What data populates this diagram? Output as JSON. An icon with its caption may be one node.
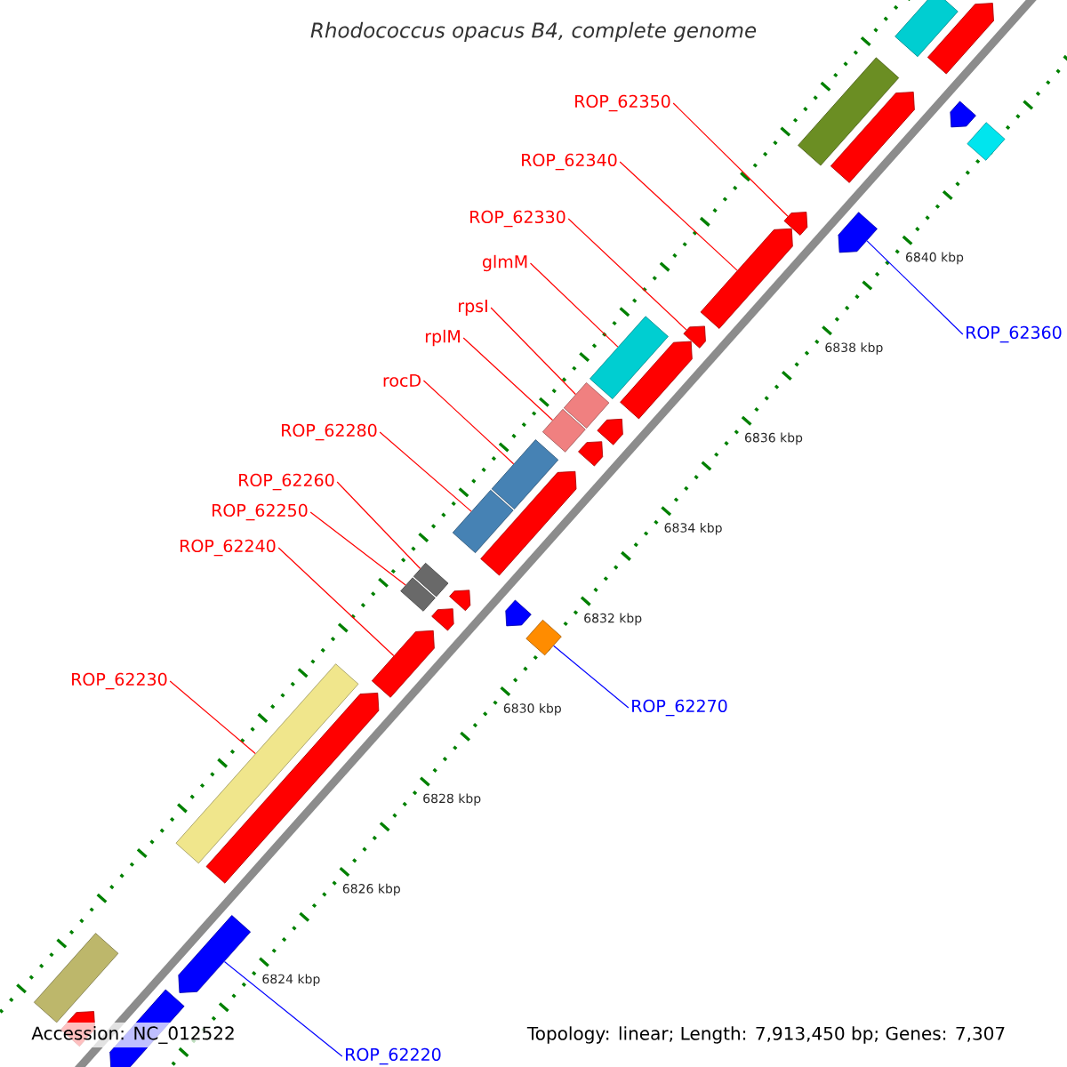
{
  "diagram": {
    "title": "Rhodococcus opacus B4, complete genome",
    "nodes": [
      {
        "text": [
          "ROP_62350"
        ]
      },
      {
        "text": [
          "ROP_62340"
        ]
      },
      {
        "text": [
          "ROP_62330"
        ]
      },
      {
        "text": [
          "glmM"
        ]
      },
      {
        "text": [
          "rpsI"
        ]
      },
      {
        "text": [
          "ROP_62360"
        ]
      },
      {
        "text": [
          "rplM"
        ]
      },
      {
        "text": [
          "rocD"
        ]
      },
      {
        "text": [
          "ROP_62280"
        ]
      },
      {
        "text": [
          "ROP_62260"
        ]
      },
      {
        "text": [
          "ROP_62250"
        ]
      },
      {
        "text": [
          "ROP_62240"
        ]
      },
      {
        "text": [
          "ROP_62230"
        ]
      },
      {
        "text": [
          "ROP_62270"
        ]
      },
      {
        "text": [
          "ROP_62220"
        ]
      },
      {
        "text": [],
        "shape": "arrow"
      },
      {
        "text": [],
        "shape": "box"
      },
      {
        "text": [],
        "shape": "arrow"
      },
      {
        "text": [],
        "shape": "arrow"
      },
      {
        "text": [],
        "shape": "arrow"
      },
      {
        "text": [],
        "shape": "box"
      },
      {
        "text": [],
        "shape": "arrow"
      },
      {
        "text": [],
        "shape": "arrow"
      },
      {
        "text": [],
        "shape": "box"
      },
      {
        "text": [],
        "shape": "box"
      },
      {
        "text": [],
        "shape": "arrow"
      },
      {
        "text": [],
        "shape": "diamond"
      },
      {
        "text": [],
        "shape": "arrow"
      },
      {
        "text": [],
        "shape": "arrow"
      },
      {
        "text": [],
        "shape": "box"
      },
      {
        "text": [],
        "shape": "box"
      },
      {
        "text": [],
        "shape": "diamond"
      },
      {
        "text": [],
        "shape": "arrow"
      },
      {
        "text": [],
        "shape": "arrow"
      },
      {
        "text": [],
        "shape": "diamond"
      },
      {
        "text": [],
        "shape": "arrow"
      },
      {
        "text": [],
        "shape": "box"
      },
      {
        "text": [],
        "shape": "arrow"
      },
      {
        "text": [],
        "shape": "arrow"
      },
      {
        "text": [],
        "shape": "arrow"
      },
      {
        "text": [],
        "shape": "arrow"
      },
      {
        "text": [],
        "shape": "arrow"
      },
      {
        "text": [],
        "shape": "box"
      },
      {
        "text": [],
        "shape": "diamond"
      },
      {
        "text": [],
        "shape": "arrow"
      },
      {
        "text": [],
        "shape": "arrow"
      },
      {
        "text": [],
        "shape": "box"
      }
    ],
    "edges": [
      {
        "from": 0,
        "to": 39,
        "arrow": "none"
      },
      {
        "from": 1,
        "to": 38,
        "arrow": "none"
      },
      {
        "from": 2,
        "to": 37,
        "arrow": "none"
      },
      {
        "from": 3,
        "to": 36,
        "arrow": "none"
      },
      {
        "from": 4,
        "to": 34,
        "arrow": "none"
      },
      {
        "from": 5,
        "to": 40,
        "arrow": "none",
        "color": "#0000ff"
      },
      {
        "from": 6,
        "to": 31,
        "arrow": "none"
      },
      {
        "from": 7,
        "to": 30,
        "arrow": "none"
      },
      {
        "from": 8,
        "to": 29,
        "arrow": "none"
      },
      {
        "from": 9,
        "to": 24,
        "arrow": "none"
      },
      {
        "from": 10,
        "to": 23,
        "arrow": "none"
      },
      {
        "from": 11,
        "to": 21,
        "arrow": "none"
      },
      {
        "from": 12,
        "to": 20,
        "arrow": "none"
      },
      {
        "from": 13,
        "to": 26,
        "arrow": "none",
        "color": "#0000ff"
      },
      {
        "from": 14,
        "to": 18,
        "arrow": "none",
        "color": "#0000ff"
      }
    ],
    "labels": [
      "6840 kbp",
      "6838 kbp",
      "6836 kbp",
      "6834 kbp",
      "6832 kbp",
      "6830 kbp",
      "6828 kbp",
      "6826 kbp",
      "6824 kbp",
      "Accession: NC_012522",
      "Topology: linear; Length: 7,913,450 bp; Genes: 7,307"
    ]
  }
}
